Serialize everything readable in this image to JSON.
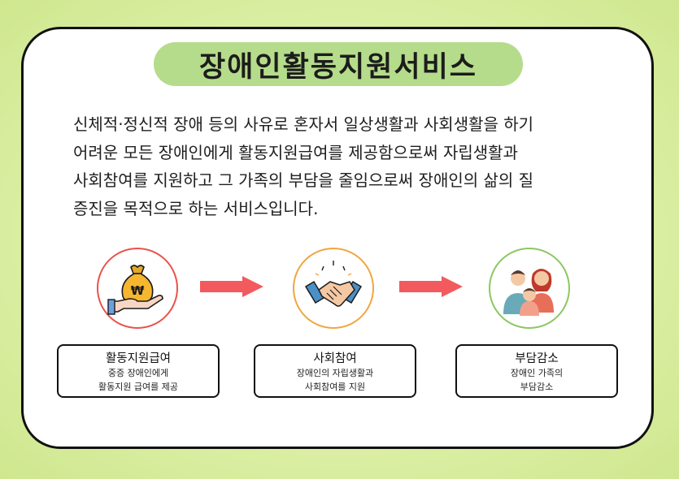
{
  "title": "장애인활동지원서비스",
  "description_lines": [
    "신체적·정신적 장애 등의 사유로 혼자서 일상생활과 사회생활을 하기",
    "어려운 모든 장애인에게 활동지원급여를 제공함으로써 자립생활과",
    "사회참여를 지원하고 그 가족의 부담을 줄임으로써 장애인의 삶의 질",
    "증진을 목적으로 하는 서비스입니다."
  ],
  "steps": [
    {
      "icon": "money-bag-hand-icon",
      "symbol": "₩",
      "title": "활동지원급여",
      "lines": [
        "중증 장애인에게",
        "활동지원 급여를 제공"
      ]
    },
    {
      "icon": "handshake-icon",
      "title": "사회참여",
      "lines": [
        "장애인의 자립생활과",
        "사회참여를 지원"
      ]
    },
    {
      "icon": "family-icon",
      "title": "부담감소",
      "lines": [
        "장애인 가족의",
        "부담감소"
      ]
    }
  ],
  "colors": {
    "background": "#dcefa5",
    "title_pill": "#b5dc8a",
    "arrow": "#f25a5e",
    "circle_1": "#e8534a",
    "circle_2": "#f0a640",
    "circle_3": "#8cc760"
  }
}
